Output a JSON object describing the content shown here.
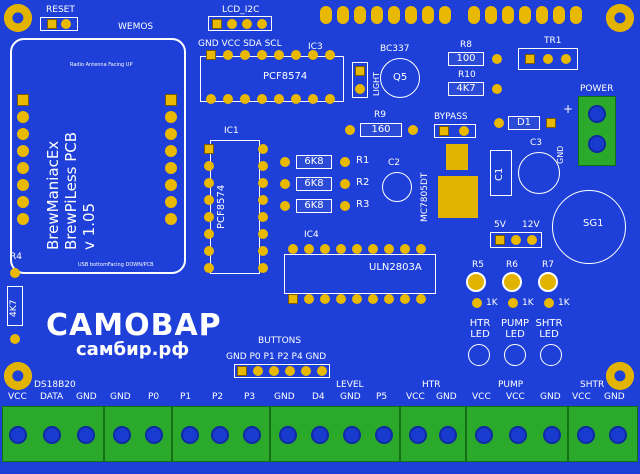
{
  "board": {
    "reset": "RESET",
    "lcd": "LCD_I2C",
    "lcd_pins": "GND VCC SDA SCL",
    "wemos": "WEMOS",
    "wemos_top": "Radio Antenna Facing UP",
    "wemos_bottom": "USB bottomFacing DOWN/PCB",
    "vertical_lines": [
      "BrewManiacEx",
      "BrewPiLess PCB",
      "v 1.05"
    ],
    "ic3": "IC3",
    "ic3_chip": "PCF8574",
    "ic1": "IC1",
    "ic1_chip": "PCF8574",
    "ic4": "IC4",
    "ic4_chip": "ULN2803A",
    "bc337": "BC337",
    "light": "LIGHT",
    "q5": "Q5",
    "r8": "R8",
    "r8_val": "100",
    "r10": "R10",
    "r10_val": "4K7",
    "r9": "R9",
    "r9_val": "160",
    "r1": "R1",
    "r2": "R2",
    "r3": "R3",
    "r_6k8": "6K8",
    "tr1": "TR1",
    "power": "POWER",
    "plus": "+",
    "gnd": "GND",
    "bypass": "BYPASS",
    "d1": "D1",
    "c1": "C1",
    "c2": "C2",
    "c3": "C3",
    "mc7805": "MC7805DT",
    "v5": "5V",
    "v12": "12V",
    "sg1": "SG1",
    "r4": "R4",
    "r4_val": "4K7",
    "r5": "R5",
    "r6": "R6",
    "r7": "R7",
    "one_k": "1K",
    "htr_led": "HTR LED",
    "pump_led": "PUMP LED",
    "shtr_led": "SHTR LED",
    "logo": "САМОВАР",
    "site": "самбир.рф",
    "buttons": "BUTTONS",
    "button_pins": "GND P0 P1 P2 P4 GND",
    "ds18b20": "DS18B20",
    "level": "LEVEL",
    "htr": "HTR",
    "pump": "PUMP",
    "shtr": "SHTR",
    "bottom_labels": [
      "VCC",
      "DATA",
      "GND",
      "GND",
      "P0",
      "P1",
      "P2",
      "P3",
      "GND",
      "D4",
      "GND",
      "P5",
      "VCC",
      "GND",
      "VCC",
      "VCC",
      "GND",
      "VCC",
      "GND"
    ]
  }
}
